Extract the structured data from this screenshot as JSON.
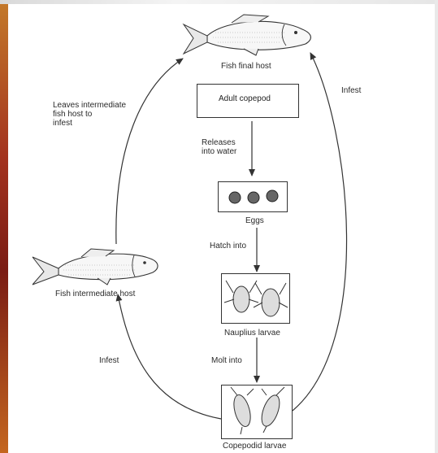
{
  "nodes": {
    "fish_final": "Fish final host",
    "adult_copepod": "Adult copepod",
    "eggs": "Eggs",
    "nauplius": "Nauplius larvae",
    "copepodid": "Copepodid larvae",
    "fish_intermediate": "Fish intermediate host"
  },
  "edges": {
    "releases": "Releases\ninto water",
    "hatch": "Hatch into",
    "molt": "Molt into",
    "infest_right": "Infest",
    "infest_left": "Infest",
    "leaves": "Leaves intermediate\nfish host to\ninfest"
  },
  "colors": {
    "line": "#333333",
    "egg": "#555555"
  }
}
